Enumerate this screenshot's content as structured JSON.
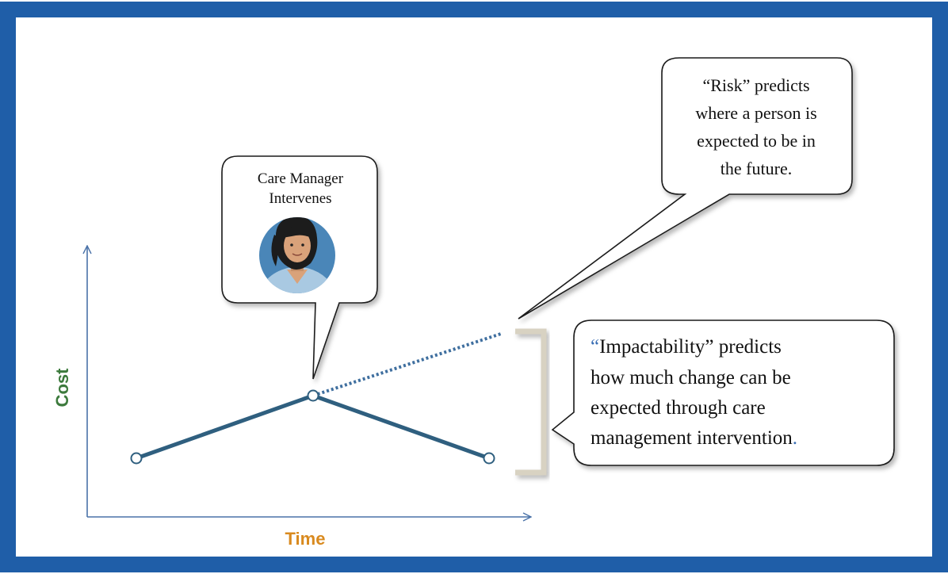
{
  "axes": {
    "x_label": "Time",
    "y_label": "Cost"
  },
  "callouts": {
    "care_manager": {
      "line1": "Care Manager",
      "line2": "Intervenes"
    },
    "risk": {
      "line1": "“Risk” predicts",
      "line2": "where a person is",
      "line3": "expected to be in",
      "line4": "the future."
    },
    "impactability": {
      "open_quote": "“",
      "line1_rest": "Impactability” predicts",
      "line2": "how much change can be",
      "line3": "expected through care",
      "line4": "management intervention",
      "end_period": "."
    }
  },
  "icons": {
    "care_manager": "woman-avatar-icon"
  },
  "colors": {
    "frame": "#1f5ea8",
    "cost_label": "#3c7a3c",
    "time_label": "#d98a1f",
    "trend_line": "#2f5f7f",
    "risk_projection": "#3f6f9f",
    "axis": "#4a72a8",
    "bracket": "#d8d2c2",
    "accent_quote": "#3a6fb5"
  }
}
